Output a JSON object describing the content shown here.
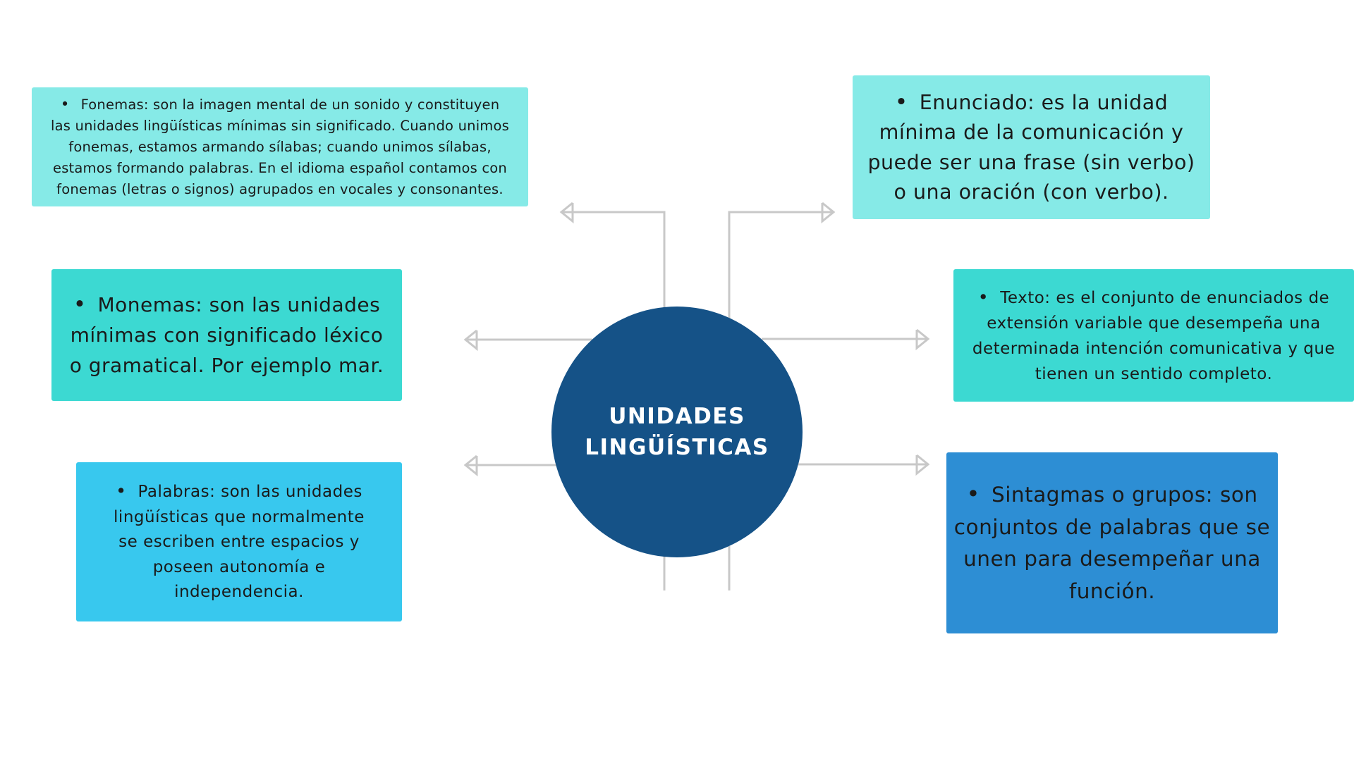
{
  "center": {
    "title": "UNIDADES LINGÜÍSTICAS"
  },
  "nodes": {
    "fonemas": "Fonemas: son la imagen mental de un sonido y constituyen las unidades lingüísticas mínimas sin significado. Cuando unimos fonemas, estamos armando sílabas; cuando unimos sílabas, estamos formando palabras. En el idioma español contamos con fonemas (letras o signos) agrupados en vocales y consonantes.",
    "monemas": "Monemas: son las unidades mínimas con significado léxico o gramatical. Por ejemplo mar.",
    "palabras": "Palabras: son las unidades lingüísticas que normalmente se escriben entre espacios y poseen autonomía e independencia.",
    "enunciado": "Enunciado: es la unidad mínima de la comunicación y puede ser una frase (sin verbo) o una oración (con verbo).",
    "texto": "Texto: es el conjunto de enunciados de extensión variable que desempeña una determinada intención comunicativa y que tienen un sentido completo.",
    "sintagmas": "Sintagmas o grupos: son conjuntos de palabras que se unen para desempeñar una función."
  },
  "colors": {
    "center": "#155287",
    "light_cyan": "#86eae7",
    "teal": "#3cd9d2",
    "sky_blue": "#38c8ee",
    "blue": "#2d8ed4",
    "connector": "#c8c8c8"
  }
}
